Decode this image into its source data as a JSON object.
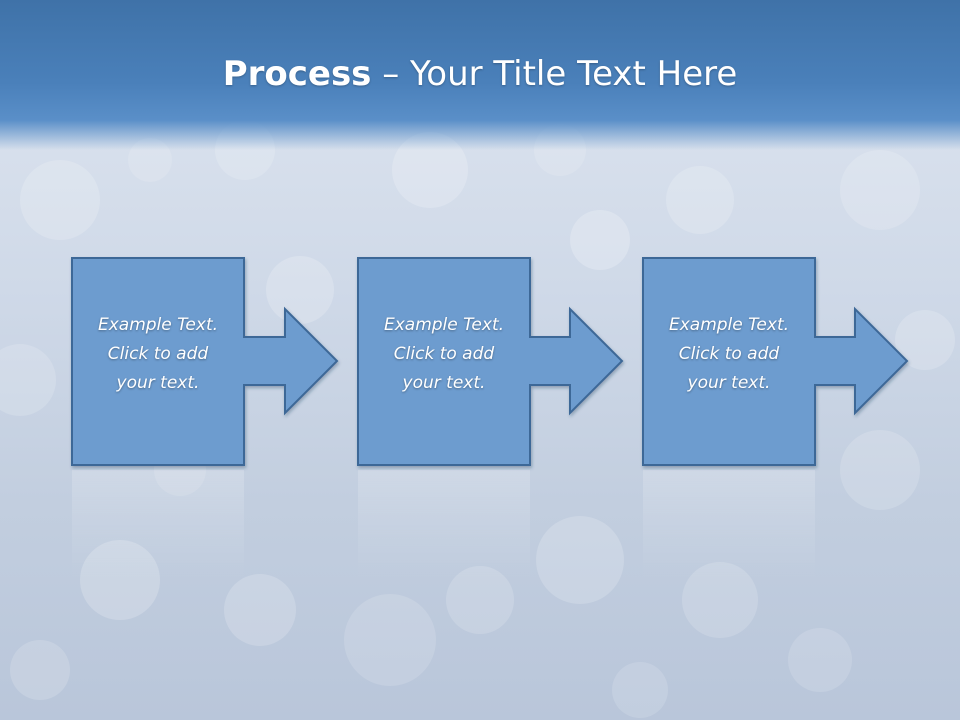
{
  "title": {
    "bold": "Process",
    "rest": " – Your Title Text Here"
  },
  "colors": {
    "box_fill": "#6d9ccf",
    "box_stroke": "#3d6797",
    "header": "#4a80ba"
  },
  "steps": [
    {
      "lines": [
        "Example Text.",
        "Click  to add",
        "your text."
      ],
      "icon": "arrow-right"
    },
    {
      "lines": [
        "Example Text.",
        "Click  to add",
        "your text."
      ],
      "icon": "arrow-right"
    },
    {
      "lines": [
        "Example Text.",
        "Click  to add",
        "your text."
      ],
      "icon": "arrow-right"
    }
  ]
}
